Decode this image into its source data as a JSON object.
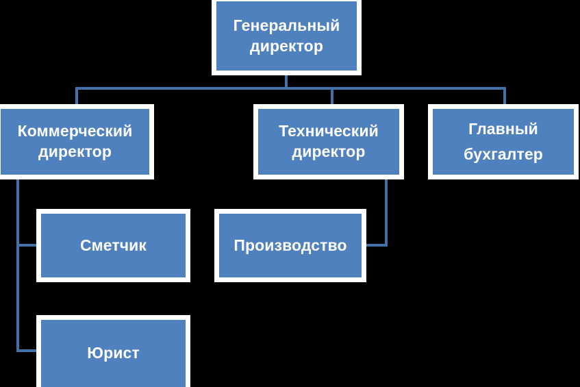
{
  "chart_title": "",
  "theme": {
    "background": "#000000",
    "node_fill": "#4E81BD",
    "node_border": "#FFFFFF",
    "node_text": "#FFFFFF",
    "connector": "#4472A8"
  },
  "org_chart": {
    "type": "hierarchy",
    "nodes": [
      {
        "id": "ceo",
        "label": "Генеральный\nдиректор",
        "level": 0,
        "parent": null
      },
      {
        "id": "commercial-director",
        "label": "Коммерческий\nдиректор",
        "level": 1,
        "parent": "ceo"
      },
      {
        "id": "technical-director",
        "label": "Технический\nдиректор",
        "level": 1,
        "parent": "ceo"
      },
      {
        "id": "chief-accountant",
        "label": "Главный\nбухгалтер",
        "level": 1,
        "parent": "ceo"
      },
      {
        "id": "estimator",
        "label": "Сметчик",
        "level": 2,
        "parent": "commercial-director"
      },
      {
        "id": "production",
        "label": "Производство",
        "level": 2,
        "parent": "technical-director"
      },
      {
        "id": "lawyer",
        "label": "Юрист",
        "level": 2,
        "parent": "commercial-director"
      }
    ]
  }
}
